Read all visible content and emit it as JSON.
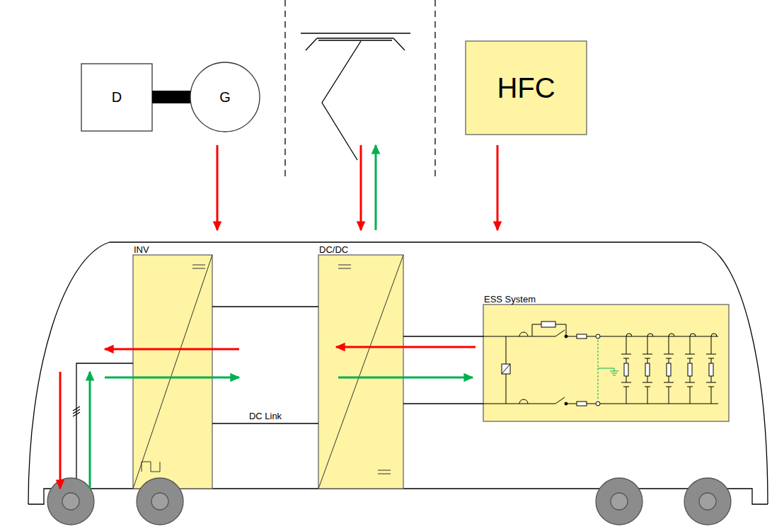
{
  "diagram": {
    "nodes": [
      {
        "text": [
          "D"
        ]
      },
      {
        "text": [
          "G"
        ]
      },
      {
        "text": [
          "HFC"
        ]
      },
      {
        "text": [
          "INV"
        ]
      },
      {
        "text": [
          "DC/DC"
        ]
      },
      {
        "text": [
          "ESS System"
        ]
      }
    ],
    "edges": [
      {
        "from": 0,
        "to": 1,
        "arrow": "none"
      },
      {
        "from": 3,
        "to": 4,
        "arrow": "none"
      },
      {
        "from": 3,
        "to": 4,
        "arrow": "none",
        "label": "DC Link"
      },
      {
        "from": 4,
        "to": 5,
        "arrow": "none"
      },
      {
        "from": 4,
        "to": 5,
        "arrow": "none"
      }
    ]
  }
}
